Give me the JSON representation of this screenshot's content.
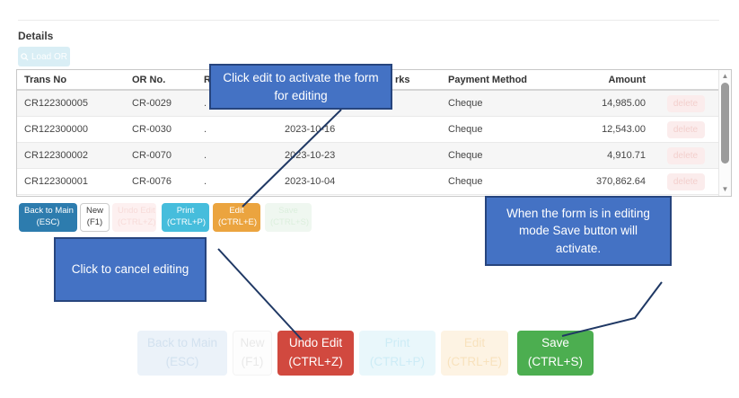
{
  "page": {
    "section_label": "Details"
  },
  "toolbar": {
    "load_or_label": "Load OR"
  },
  "table": {
    "headers": {
      "trans_no": "Trans No",
      "or_no": "OR No.",
      "col3_fragment": "R",
      "date": "",
      "remarks_fragment": "rks",
      "payment_method": "Payment Method",
      "amount": "Amount"
    },
    "delete_label": "delete",
    "rows": [
      {
        "trans_no": "CR122300005",
        "or_no": "CR-0029",
        "col3": ".",
        "date": "",
        "payment_method": "Cheque",
        "amount": "14,985.00"
      },
      {
        "trans_no": "CR122300000",
        "or_no": "CR-0030",
        "col3": ".",
        "date": "2023-10-16",
        "payment_method": "Cheque",
        "amount": "12,543.00"
      },
      {
        "trans_no": "CR122300002",
        "or_no": "CR-0070",
        "col3": ".",
        "date": "2023-10-23",
        "payment_method": "Cheque",
        "amount": "4,910.71"
      },
      {
        "trans_no": "CR122300001",
        "or_no": "CR-0076",
        "col3": ".",
        "date": "2023-10-04",
        "payment_method": "Cheque",
        "amount": "370,862.64"
      }
    ]
  },
  "buttons_small": [
    {
      "line1": "Back to Main",
      "line2": "(ESC)"
    },
    {
      "line1": "New",
      "line2": "(F1)"
    },
    {
      "line1": "Undo Edit",
      "line2": "(CTRL+Z)"
    },
    {
      "line1": "Print",
      "line2": "(CTRL+P)"
    },
    {
      "line1": "Edit",
      "line2": "(CTRL+E)"
    },
    {
      "line1": "Save",
      "line2": "(CTRL+S)"
    }
  ],
  "buttons_large": [
    {
      "line1": "Back to Main",
      "line2": "(ESC)"
    },
    {
      "line1": "New",
      "line2": "(F1)"
    },
    {
      "line1": "Undo Edit",
      "line2": "(CTRL+Z)"
    },
    {
      "line1": "Print",
      "line2": "(CTRL+P)"
    },
    {
      "line1": "Edit",
      "line2": "(CTRL+E)"
    },
    {
      "line1": "Save",
      "line2": "(CTRL+S)"
    }
  ],
  "callouts": [
    {
      "text": "Click edit to activate the form for editing"
    },
    {
      "text": "Click to cancel editing"
    },
    {
      "text": "When the form is in editing mode Save button will activate."
    }
  ],
  "colors": {
    "callout_blue": "#4472c4",
    "callout_border": "#27457e",
    "connector": "#1f3864",
    "primary_blue": "#2d7cae",
    "cyan": "#46bddc",
    "orange": "#eba43f",
    "red": "#d1493f",
    "green": "#4cae50"
  }
}
